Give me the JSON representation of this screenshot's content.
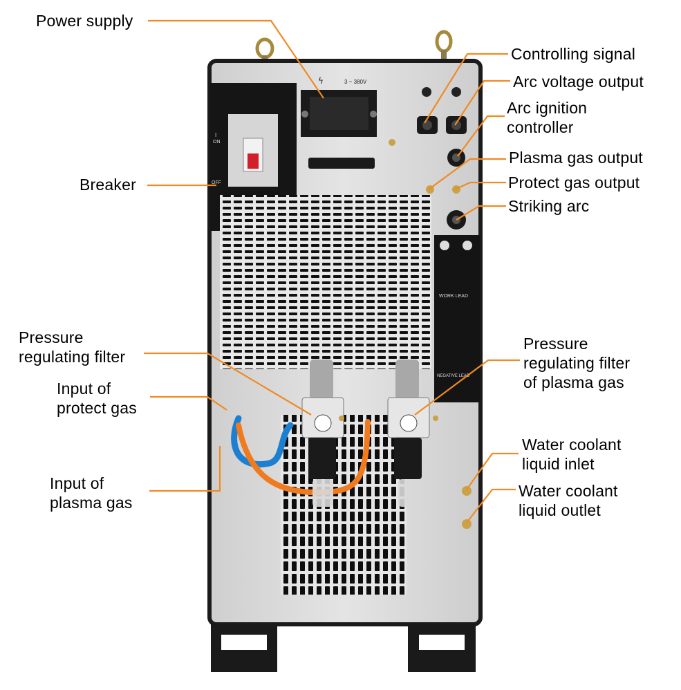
{
  "labels": {
    "power_supply": "Power supply",
    "controlling_signal": "Controlling signal",
    "arc_voltage_output": "Arc voltage output",
    "arc_ignition_controller": [
      "Arc ignition",
      "controller"
    ],
    "plasma_gas_output": "Plasma gas output",
    "protect_gas_output": "Protect gas output",
    "striking_arc": "Striking arc",
    "breaker": "Breaker",
    "pressure_regulating_filter": [
      "Pressure",
      "regulating filter"
    ],
    "input_of_protect_gas": [
      "Input of",
      "protect gas"
    ],
    "input_of_plasma_gas": [
      "Input of",
      "plasma gas"
    ],
    "pressure_regulating_filter_plasma": [
      "Pressure",
      "regulating filter",
      "of plasma gas"
    ],
    "water_coolant_inlet": [
      "Water coolant",
      "liquid inlet"
    ],
    "water_coolant_outlet": [
      "Water coolant",
      "liquid outlet"
    ]
  },
  "panel_text": {
    "voltage": "3 ~ 380V",
    "on": "ON",
    "off": "OFF",
    "work_lead": "WORK LEAD",
    "negative_lead": "NEGATIVE LEAD"
  },
  "colors": {
    "leader_line": "#f08a24",
    "panel": "#d9d9d9",
    "panel_dark": "#1c1c1c",
    "brass": "#c9a24a",
    "hose_blue": "#1d7fd0",
    "hose_orange": "#f07a1e",
    "breaker_red": "#d2202a"
  }
}
